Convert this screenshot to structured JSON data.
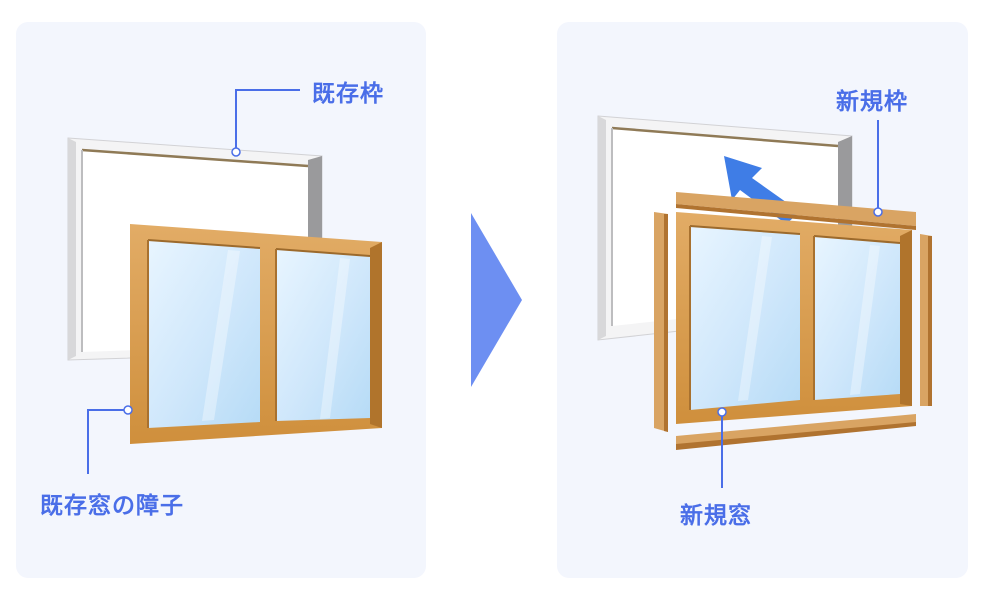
{
  "before": {
    "existing_frame_label": "既存枠",
    "existing_sash_label": "既存窓の障子"
  },
  "after": {
    "new_frame_label": "新規枠",
    "new_window_label": "新規窓"
  },
  "colors": {
    "panel_bg": "#f3f6fd",
    "label_blue": "#4a6ee8",
    "leader_blue": "#4a6ee8",
    "transition_arrow": "#6d8ff2",
    "wood_light": "#d9a463",
    "wood_dark": "#b97c32",
    "glass": "#cfe8fb",
    "old_frame": "#e9e9ea"
  }
}
